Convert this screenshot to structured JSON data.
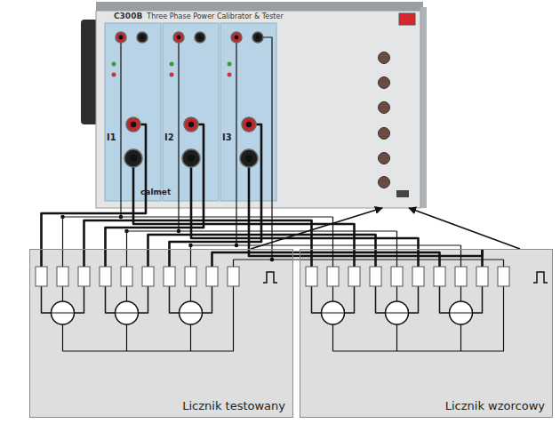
{
  "diagram": {
    "nodes": [
      {
        "text": [
          "C300B",
          "Three Phase Power Calibrator & Tester"
        ]
      },
      {
        "text": [
          "Licznik testowany"
        ]
      },
      {
        "text": [
          "Licznik wzorcowy"
        ]
      }
    ],
    "edges": [
      {
        "from": 1,
        "to": 0,
        "arrow": "to"
      },
      {
        "from": 2,
        "to": 0,
        "arrow": "to"
      },
      {
        "from": 0,
        "to": 1,
        "arrow": "none"
      },
      {
        "from": 0,
        "to": 2,
        "arrow": "none"
      }
    ],
    "labels": [
      "I1",
      "I2",
      "I3",
      "calmet"
    ]
  }
}
